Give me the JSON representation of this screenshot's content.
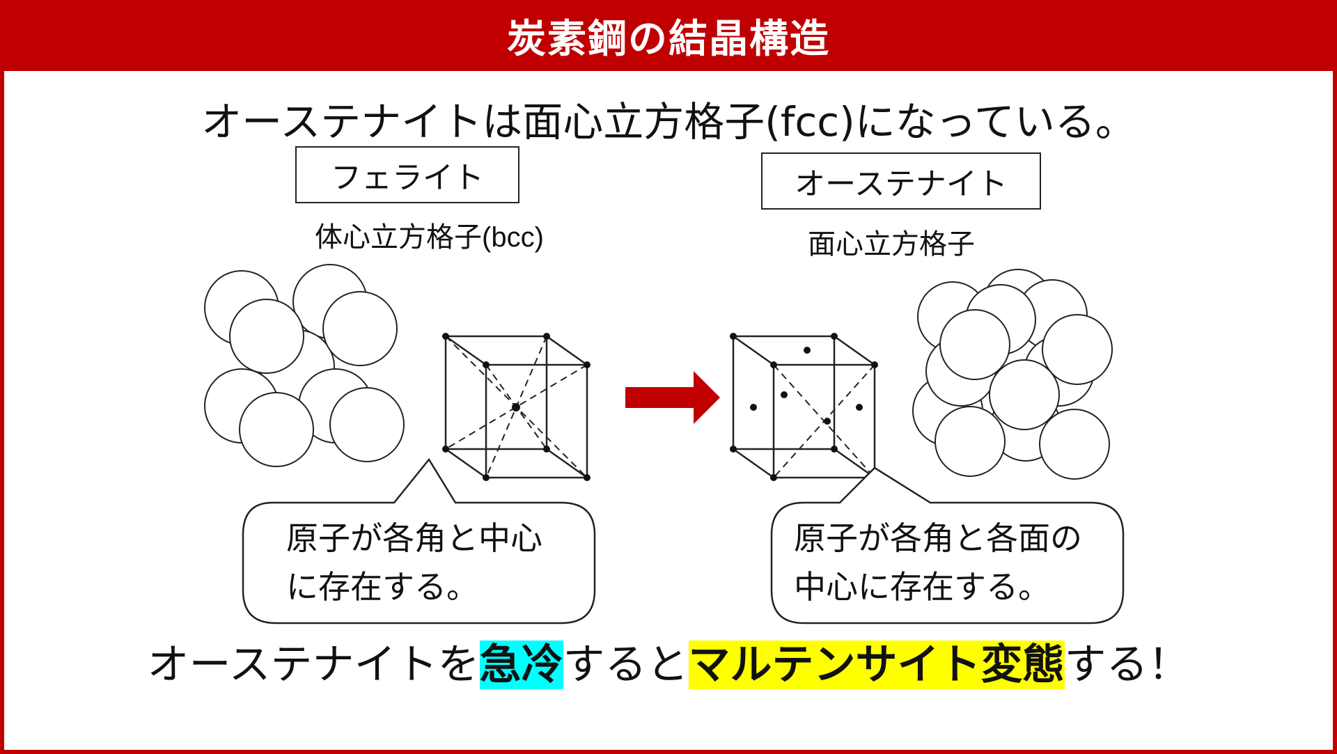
{
  "title": "炭素鋼の結晶構造",
  "subtitle": "オーステナイトは面心立方格子(fcc)になっている。",
  "left": {
    "label": "フェライト",
    "caption_jp": "体心立方格子",
    "caption_abbr": "(bcc)",
    "callout_line1": "原子が各角と中心",
    "callout_line2": "に存在する。"
  },
  "right": {
    "label": "オーステナイト",
    "caption_jp": "面心立方格子",
    "callout_line1": "原子が各角と各面の",
    "callout_line2": "中心に存在する。"
  },
  "bottom": {
    "part1": "オーステナイトを",
    "highlight1": "急冷",
    "part2": "すると",
    "highlight2": "マルテンサイト変態",
    "part3": "する！"
  },
  "colors": {
    "brand_red": "#c00000",
    "highlight_cyan": "#00ffff",
    "highlight_yellow": "#ffff00"
  },
  "icons": {
    "arrow": "arrow-right-icon"
  }
}
